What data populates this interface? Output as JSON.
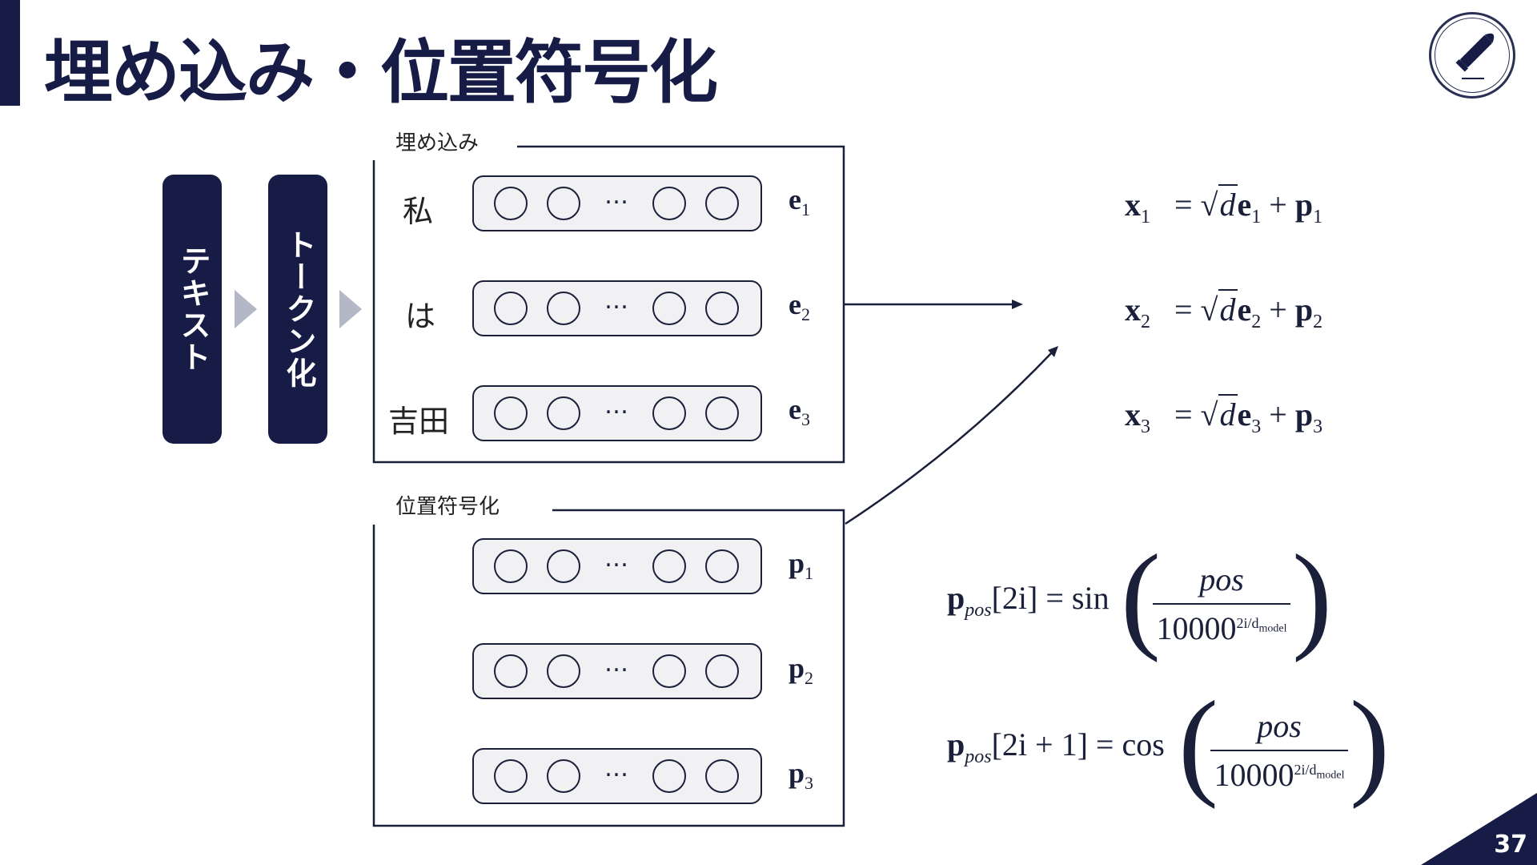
{
  "slide": {
    "title": "埋め込み・位置符号化",
    "page_number": "37",
    "logo_icon": "bullet-pen-icon"
  },
  "pipeline": {
    "step1": "テキスト",
    "step2": "トークン化"
  },
  "embedding": {
    "section_label": "埋め込み",
    "rows": [
      {
        "token": "私",
        "label": "e",
        "sub": "1"
      },
      {
        "token": "は",
        "label": "e",
        "sub": "2"
      },
      {
        "token": "吉田",
        "label": "e",
        "sub": "3"
      }
    ],
    "ellipsis": "…"
  },
  "positional": {
    "section_label": "位置符号化",
    "rows": [
      {
        "label": "p",
        "sub": "1"
      },
      {
        "label": "p",
        "sub": "2"
      },
      {
        "label": "p",
        "sub": "3"
      }
    ]
  },
  "equations": [
    {
      "lhs": "x",
      "sub": "1",
      "rhs_e": "e",
      "rhs_p": "p"
    },
    {
      "lhs": "x",
      "sub": "2",
      "rhs_e": "e",
      "rhs_p": "p"
    },
    {
      "lhs": "x",
      "sub": "3",
      "rhs_e": "e",
      "rhs_p": "p"
    }
  ],
  "formulas": {
    "sin_lhs": "[2i] = sin",
    "cos_lhs": "[2i + 1] = cos",
    "p_sub": "pos",
    "numerator": "pos",
    "denominator": "10000",
    "exp_num": "2i",
    "exp_den": "d",
    "exp_den_sub": "model"
  }
}
